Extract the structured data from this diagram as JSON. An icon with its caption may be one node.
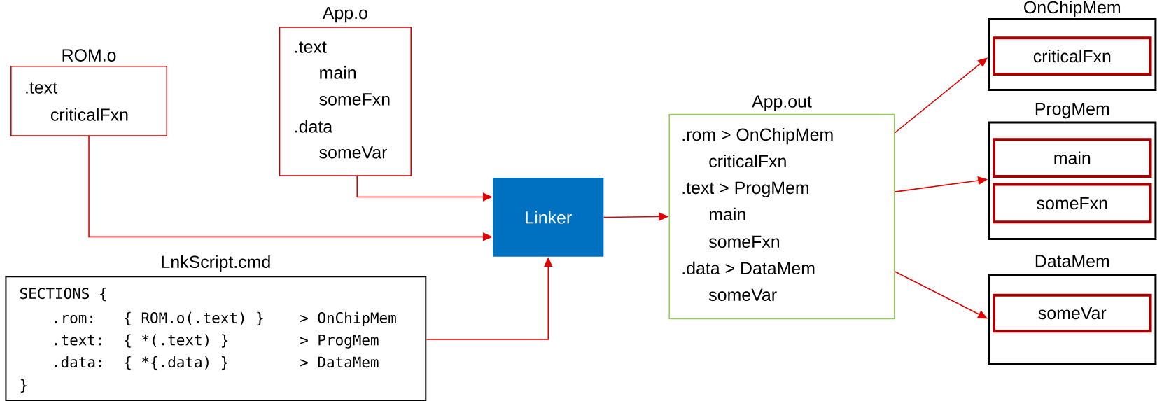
{
  "diagram": {
    "nodes": [
      {
        "text": [
          "ROM.o",
          ".text",
          "criticalFxn"
        ]
      },
      {
        "text": [
          "App.o",
          ".text",
          "main",
          "someFxn",
          ".data",
          "someVar"
        ]
      },
      {
        "text": [
          "LnkScript.cmd",
          "SECTIONS {",
          ".rom:",
          "{ ROM.o(.text) }",
          "> OnChipMem",
          ".text:",
          "{ *(.text) }",
          "> ProgMem",
          ".data:",
          "{ *{.data) }",
          "> DataMem",
          "}"
        ]
      },
      {
        "text": [
          "Linker"
        ]
      },
      {
        "text": [
          "App.out",
          ".rom > OnChipMem",
          "criticalFxn",
          ".text > ProgMem",
          "main",
          "someFxn",
          ".data > DataMem",
          "someVar"
        ]
      },
      {
        "text": [
          "OnChipMem"
        ]
      },
      {
        "text": [
          "criticalFxn"
        ],
        "in": 5
      },
      {
        "text": [
          "ProgMem"
        ]
      },
      {
        "text": [
          "main"
        ],
        "in": 7
      },
      {
        "text": [
          "someFxn"
        ],
        "in": 7
      },
      {
        "text": [
          "DataMem"
        ]
      },
      {
        "text": [
          "someVar"
        ],
        "in": 10
      }
    ],
    "edges": [
      {
        "from": 0,
        "to": 3,
        "arrow": "to"
      },
      {
        "from": 1,
        "to": 3,
        "arrow": "to"
      },
      {
        "from": 2,
        "to": 3,
        "arrow": "to"
      },
      {
        "from": 3,
        "to": 4,
        "arrow": "to"
      },
      {
        "from": 4,
        "to": 5,
        "arrow": "to"
      },
      {
        "from": 4,
        "to": 7,
        "arrow": "to"
      },
      {
        "from": 4,
        "to": 10,
        "arrow": "to"
      }
    ]
  }
}
